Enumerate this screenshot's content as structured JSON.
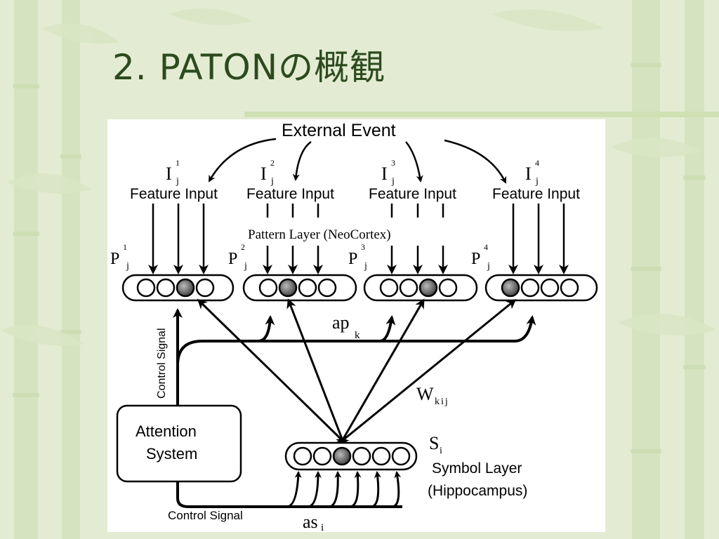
{
  "slide": {
    "title": "2. PATONの概観"
  },
  "diagram": {
    "external_event": "External Event",
    "feature_input": "Feature Input",
    "input_symbol": "I",
    "input_subscript": "j",
    "input_superscripts": [
      "1",
      "2",
      "3",
      "4"
    ],
    "pattern_layer_label": "Pattern Layer (NeoCortex)",
    "pattern_symbol": "P",
    "pattern_subscript": "j",
    "pattern_superscripts": [
      "1",
      "2",
      "3",
      "4"
    ],
    "ap_label": "ap",
    "ap_subscript": "k",
    "weight_label": "W",
    "weight_subscript": "kij",
    "control_signal_vertical": "Control Signal",
    "control_signal_horizontal": "Control Signal",
    "attention_system_line1": "Attention",
    "attention_system_line2": "System",
    "symbol_s": "S",
    "symbol_s_subscript": "i",
    "symbol_layer_line1": "Symbol Layer",
    "symbol_layer_line2": "(Hippocampus)",
    "as_label": "as",
    "as_subscript": "i"
  }
}
